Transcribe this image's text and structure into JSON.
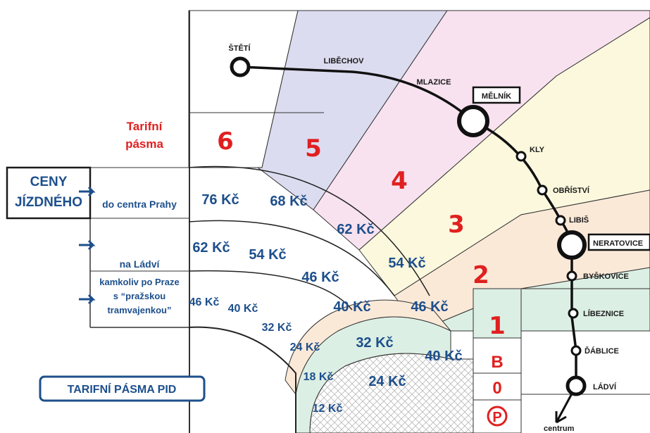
{
  "colors": {
    "zone6": "#ffffff",
    "zone5": "#dcdcf0",
    "zone4": "#f8e2ef",
    "zone3": "#fbf8dd",
    "zone2": "#fbe9d8",
    "zone1": "#dcefe4",
    "fare_text": "#1d4f8c",
    "zone_text": "#e02020",
    "line": "#111111"
  },
  "header": {
    "zones_title_1": "Tarifní",
    "zones_title_2": "pásma",
    "prices_title_1": "CENY",
    "prices_title_2": "JÍZDNÉHO",
    "badge": "TARIFNÍ PÁSMA PID"
  },
  "rows": [
    {
      "label_lines": [
        "do centra Prahy"
      ]
    },
    {
      "label_lines": [
        "na Ládví"
      ]
    },
    {
      "label_lines": [
        "kamkoliv po Praze",
        "s “pražskou",
        "tramvajenkou”"
      ]
    }
  ],
  "zones": [
    "6",
    "5",
    "4",
    "3",
    "2",
    "1",
    "B",
    "0",
    "P"
  ],
  "prices": {
    "row1": [
      "76 Kč",
      "68 Kč",
      "62 Kč",
      "54 Kč",
      "46 Kč",
      "40 Kč"
    ],
    "row2": [
      "62 Kč",
      "54 Kč",
      "46 Kč",
      "40 Kč",
      "32 Kč",
      "24 Kč"
    ],
    "row3": [
      "46 Kč",
      "40 Kč",
      "32 Kč",
      "24 Kč",
      "18 Kč",
      "12 Kč"
    ]
  },
  "stations": {
    "steti": "ŠTĚTÍ",
    "libechov": "LIBĚCHOV",
    "mlazice": "MLAZICE",
    "melnik": "MĚLNÍK",
    "kly": "KLY",
    "obristvi": "OBŘÍSTVÍ",
    "libis": "LIBIŠ",
    "neratovice": "NERATOVICE",
    "byskovice": "BYŠKOVICE",
    "libeznice": "LÍBEZNICE",
    "dablice": "ĎÁBLICE",
    "ladvi": "LÁDVÍ",
    "centrum": "centrum"
  }
}
